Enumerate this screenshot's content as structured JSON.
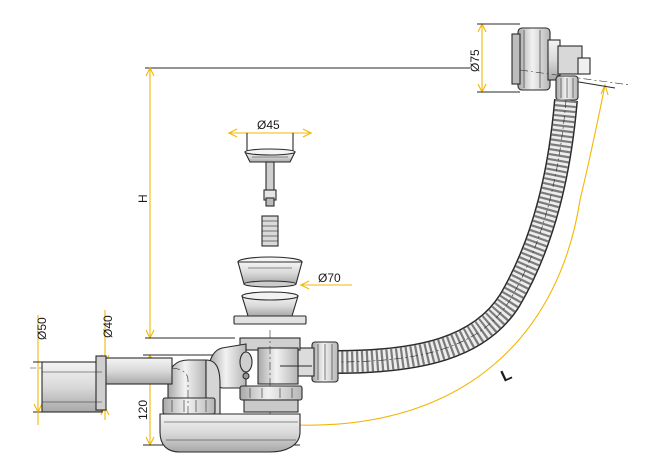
{
  "diagram": {
    "dimension_labels": {
      "d75": "Ø75",
      "d45": "Ø45",
      "d70": "Ø70",
      "d50": "Ø50",
      "d40": "Ø40",
      "h": "H",
      "h120": "120",
      "l": "L"
    },
    "colors": {
      "dimension_line": "#f2b705",
      "outline": "#2a2a2a",
      "metal_light": "#e9e9e9",
      "metal_dark": "#9a9a9a"
    }
  }
}
